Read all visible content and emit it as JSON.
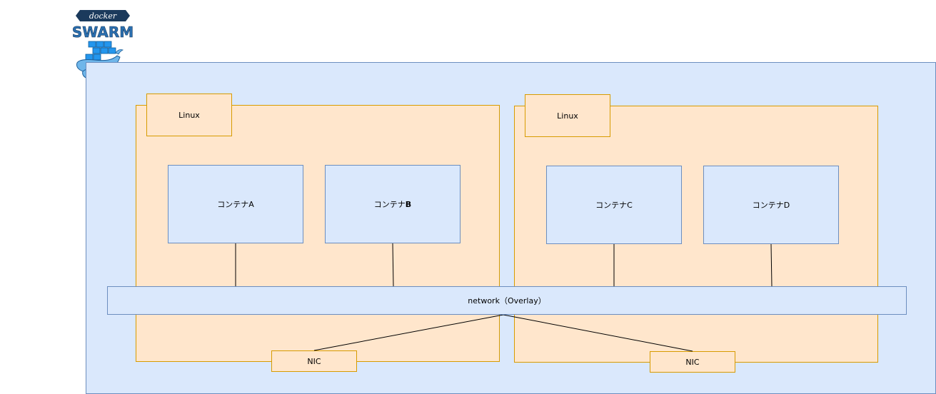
{
  "logo": {
    "wordmark_top": "docker",
    "wordmark_bottom": "SWARM"
  },
  "hosts": [
    {
      "os_label": "Linux",
      "containers": [
        {
          "prefix": "コンテナ",
          "suffix": "A",
          "suffix_bold": false
        },
        {
          "prefix": "コンテナ",
          "suffix": "B",
          "suffix_bold": true
        }
      ],
      "nic_label": "NIC"
    },
    {
      "os_label": "Linux",
      "containers": [
        {
          "prefix": "コンテナ",
          "suffix": "C",
          "suffix_bold": false
        },
        {
          "prefix": "コンテナ",
          "suffix": "D",
          "suffix_bold": false
        }
      ],
      "nic_label": "NIC"
    }
  ],
  "network": {
    "label": "network（Overlay）"
  },
  "colors": {
    "blue_fill": "#dae8fc",
    "blue_stroke": "#6c8ebf",
    "orange_fill": "#ffe6cc",
    "orange_stroke": "#d79b00"
  }
}
